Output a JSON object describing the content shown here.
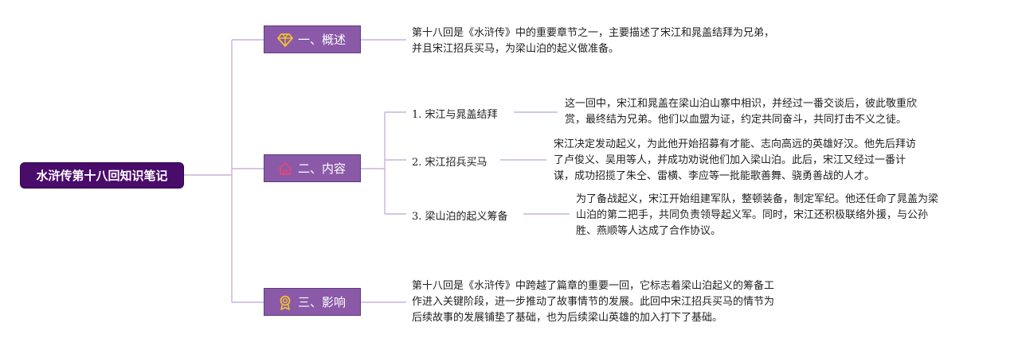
{
  "root": {
    "title": "水浒传第十八回知识笔记"
  },
  "sections": [
    {
      "label": "一、概述",
      "icon": "diamond-icon",
      "text": [
        "第十八回是《水浒传》中的重要章节之一，主要描述了宋江和晁盖结拜为兄弟，",
        "并且宋江招兵买马，为梁山泊的起义做准备。"
      ]
    },
    {
      "label": "二、内容",
      "icon": "home-icon",
      "children": [
        {
          "label": "1. 宋江与晁盖结拜",
          "text": [
            "这一回中，宋江和晁盖在梁山泊山寨中相识，并经过一番交谈后，彼此敬重欣",
            "赏，最终结为兄弟。他们以血盟为证，约定共同奋斗，共同打击不义之徒。"
          ]
        },
        {
          "label": "2. 宋江招兵买马",
          "text": [
            "宋江决定发动起义，为此他开始招募有才能、志向高远的英雄好汉。他先后拜访",
            "了卢俊义、吴用等人，并成功劝说他们加入梁山泊。此后，宋江又经过一番计",
            "谋，成功招揽了朱仝、雷横、李应等一批能歌善舞、骁勇善战的人才。"
          ]
        },
        {
          "label": "3. 梁山泊的起义筹备",
          "text": [
            "为了备战起义，宋江开始组建军队，整顿装备，制定军纪。他还任命了晁盖为梁",
            "山泊的第二把手，共同负责领导起义军。同时，宋江还积极联络外援，与公孙",
            "胜、燕顺等人达成了合作协议。"
          ]
        }
      ]
    },
    {
      "label": "三、影响",
      "icon": "award-ribbon-icon",
      "text": [
        "第十八回是《水浒传》中跨越了篇章的重要一回，它标志着梁山泊起义的筹备工",
        "作进入关键阶段，进一步推动了故事情节的发展。此回中宋江招兵买马的情节为",
        "后续故事的发展铺垫了基础，也为后续梁山英雄的加入打下了基础。"
      ]
    }
  ],
  "colors": {
    "root_fill": "#4a0c6b",
    "section_fill": "#8a5aa8",
    "connector": "#c9b2dc",
    "icon_gold": "#f2c230",
    "icon_pink": "#e0487a"
  }
}
